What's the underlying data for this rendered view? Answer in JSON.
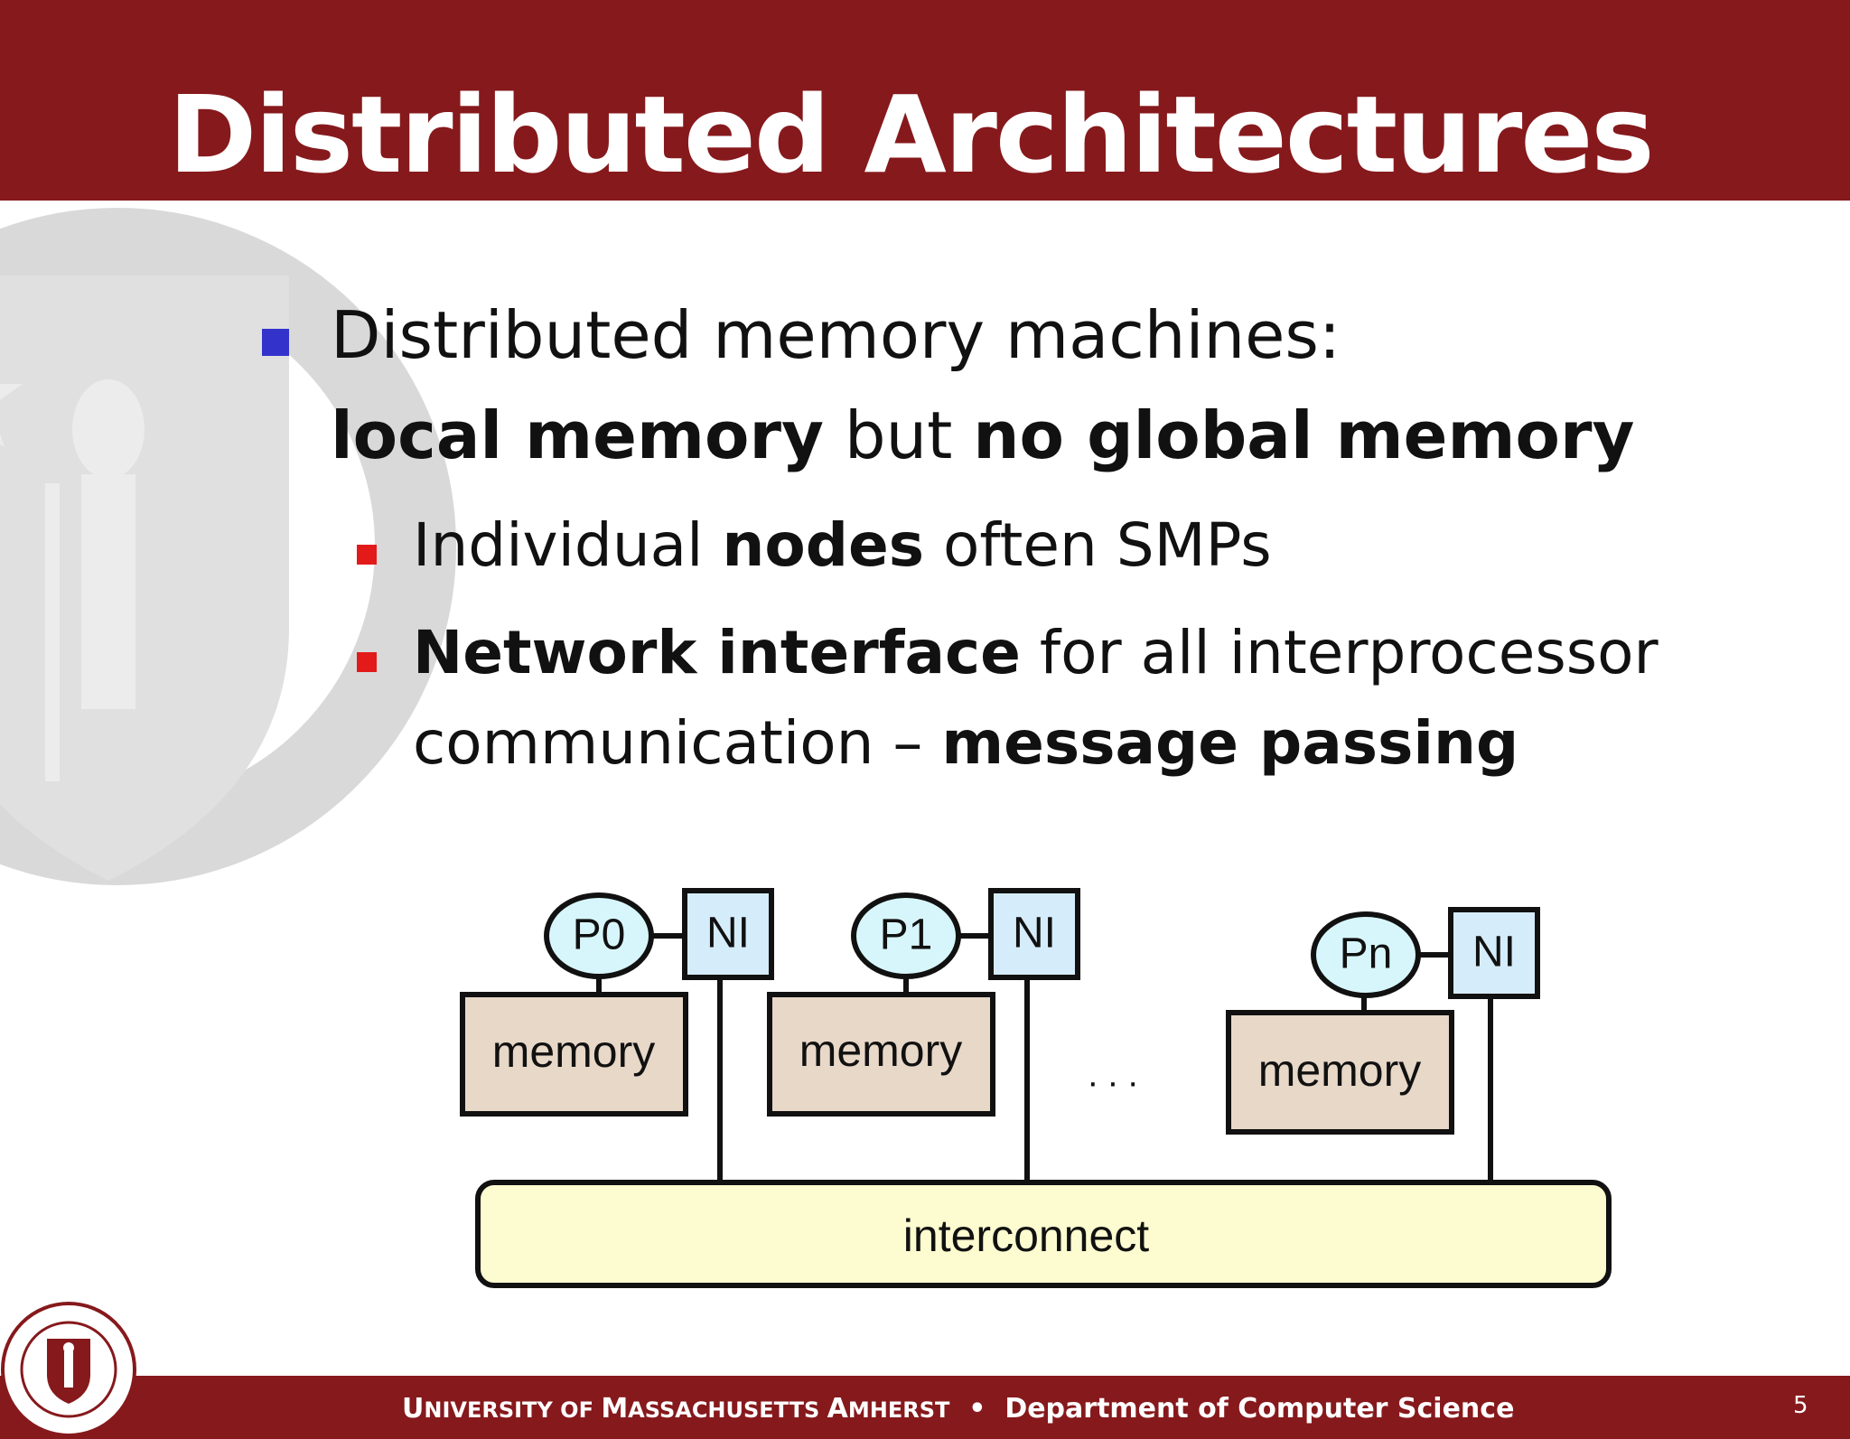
{
  "slide": {
    "title": "Distributed Architectures",
    "bullet1": {
      "line1": "Distributed memory machines:",
      "line2_a": "local memory",
      "line2_b": " but ",
      "line2_c": "no global memory"
    },
    "bullet2": {
      "a": "Individual ",
      "b": "nodes",
      "c": " often SMPs"
    },
    "bullet3": {
      "a": "Network interface",
      "b": " for all interprocessor",
      "c": "communication – ",
      "d": "message passing"
    }
  },
  "diagram": {
    "nodes": [
      {
        "proc": "P0",
        "ni": "NI",
        "mem": "memory"
      },
      {
        "proc": "P1",
        "ni": "NI",
        "mem": "memory"
      },
      {
        "proc": "Pn",
        "ni": "NI",
        "mem": "memory"
      }
    ],
    "ellipsis": ". . .",
    "interconnect": "interconnect",
    "colors": {
      "processor_fill": "#d7f6fb",
      "ni_fill": "#d5ecfb",
      "memory_fill": "#e8d8c8",
      "interconnect_fill": "#fdfbd0"
    }
  },
  "footer": {
    "university_u": "U",
    "university_rest1": "NIVERSITY OF ",
    "university_m": "M",
    "university_rest2": "ASSACHUSETTS ",
    "university_a": "A",
    "university_rest3": "MHERST",
    "separator": "•",
    "department": "Department of Computer Science",
    "page_number": "5"
  },
  "colors": {
    "brand_maroon": "#86191c",
    "bullet_blue": "#3333cc",
    "bullet_red": "#e31a1a"
  }
}
